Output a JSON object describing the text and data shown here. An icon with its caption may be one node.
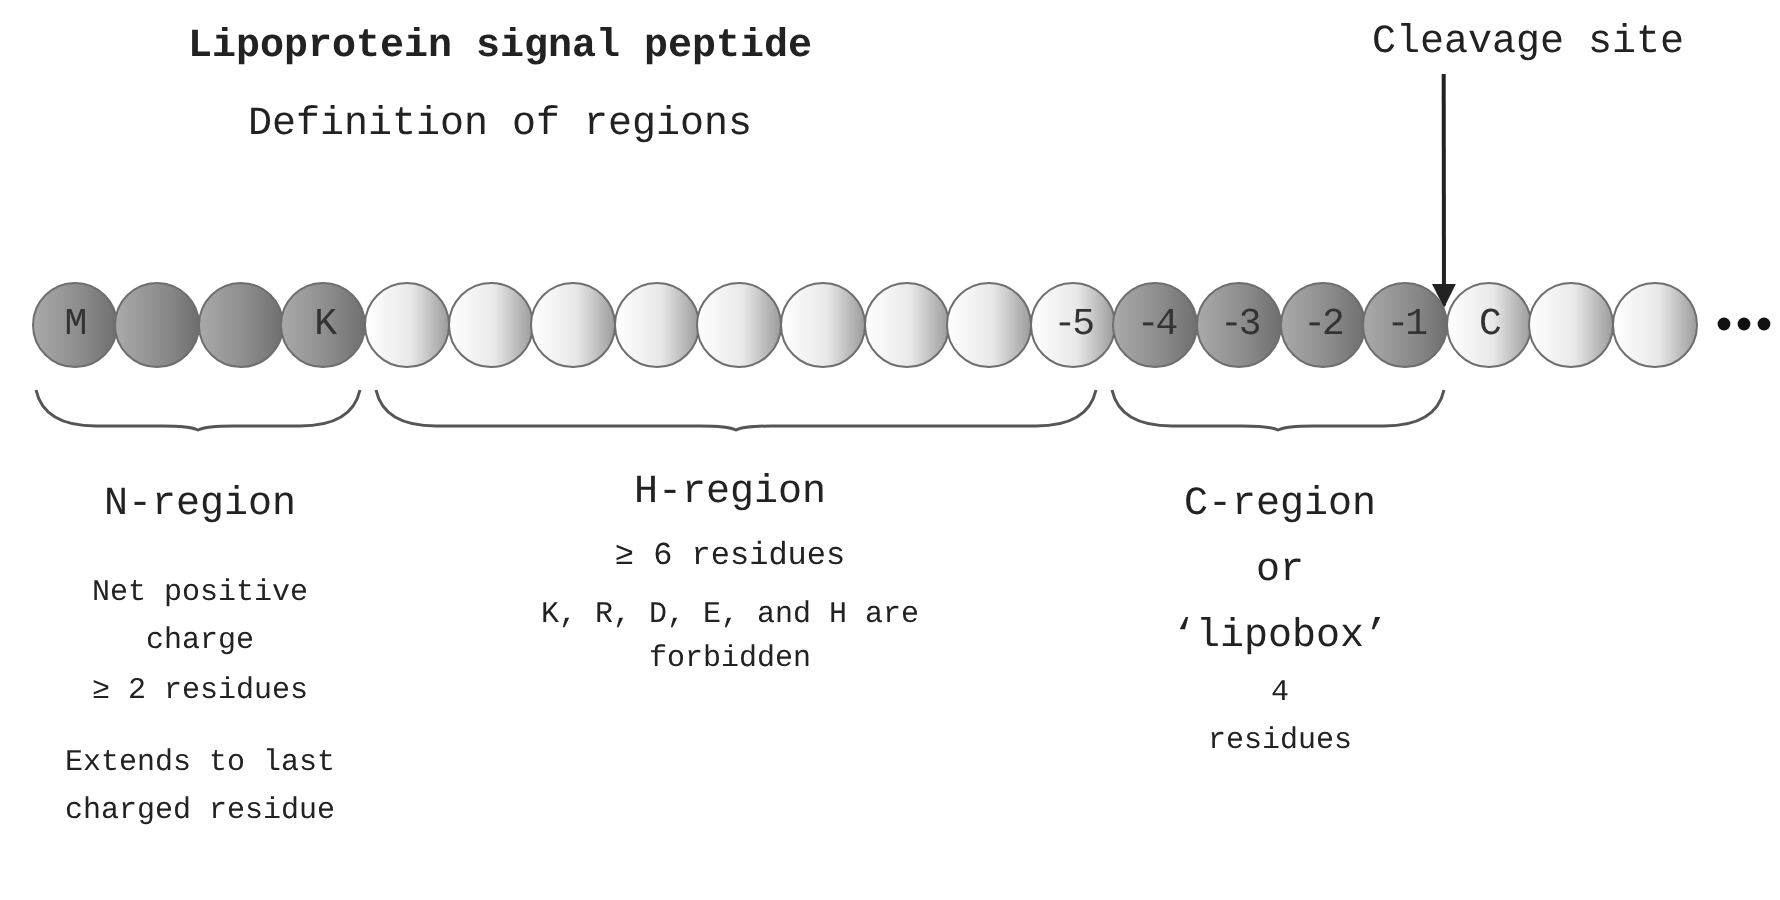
{
  "diagram": {
    "title": "Lipoprotein signal peptide",
    "nodes": [
      {
        "text": [
          "Cleavage site"
        ]
      },
      {
        "text": [
          "M"
        ]
      },
      {
        "text": [],
        "shape": "circle"
      },
      {
        "text": [],
        "shape": "circle"
      },
      {
        "text": [
          "K"
        ]
      },
      {
        "text": [],
        "shape": "circle"
      },
      {
        "text": [],
        "shape": "circle"
      },
      {
        "text": [],
        "shape": "circle"
      },
      {
        "text": [],
        "shape": "circle"
      },
      {
        "text": [],
        "shape": "circle"
      },
      {
        "text": [],
        "shape": "circle"
      },
      {
        "text": [],
        "shape": "circle"
      },
      {
        "text": [],
        "shape": "circle"
      },
      {
        "text": [
          "-5"
        ]
      },
      {
        "text": [
          "-4"
        ]
      },
      {
        "text": [
          "-3"
        ]
      },
      {
        "text": [
          "-2"
        ]
      },
      {
        "text": [
          "-1"
        ]
      },
      {
        "text": [
          "C"
        ]
      },
      {
        "text": [],
        "shape": "circle"
      },
      {
        "text": [],
        "shape": "circle"
      }
    ],
    "edges": [
      {
        "from": 0,
        "to": 17,
        "arrow": "to"
      }
    ],
    "labels": [
      "Definition of regions",
      "N-region",
      "Net positive charge",
      "≥ 2 residues",
      "Extends to last charged residue",
      "H-region",
      "≥ 6 residues",
      "K, R, D, E, and H are forbidden",
      "C-region or ‘lipobox’",
      "4 residues"
    ]
  }
}
